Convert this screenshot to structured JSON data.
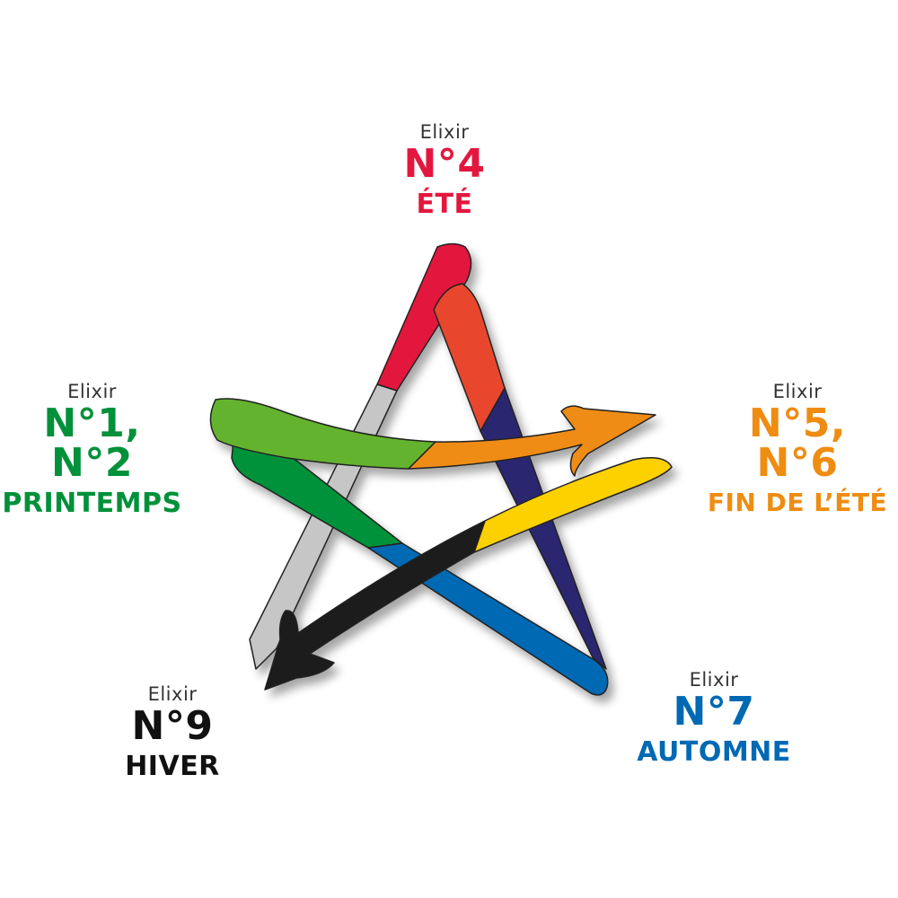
{
  "colors": {
    "red": "#e3173e",
    "red_orange": "#e8472f",
    "orange": "#ef8c12",
    "yellow": "#fdd000",
    "light_green": "#64b32e",
    "green": "#00913a",
    "blue": "#0069b3",
    "navy": "#2c2770",
    "black": "#1a1a1a",
    "grey": "#c6c6c6",
    "outline": "#222222"
  },
  "labels": [
    {
      "id": "n4",
      "prefix": "Elixir",
      "number": "N°4",
      "season": "ÉTÉ",
      "color": "#e3173e"
    },
    {
      "id": "n12",
      "prefix": "Elixir",
      "number": "N°1, N°2",
      "season": "PRINTEMPS",
      "color": "#00913a"
    },
    {
      "id": "n56",
      "prefix": "Elixir",
      "number": "N°5, N°6",
      "season": "FIN DE L’ÉTÉ",
      "color": "#ef8c12"
    },
    {
      "id": "n7",
      "prefix": "Elixir",
      "number": "N°7",
      "season": "AUTOMNE",
      "color": "#0069b3"
    },
    {
      "id": "n9",
      "prefix": "Elixir",
      "number": "N°9",
      "season": "HIVER",
      "color": "#111111"
    }
  ]
}
